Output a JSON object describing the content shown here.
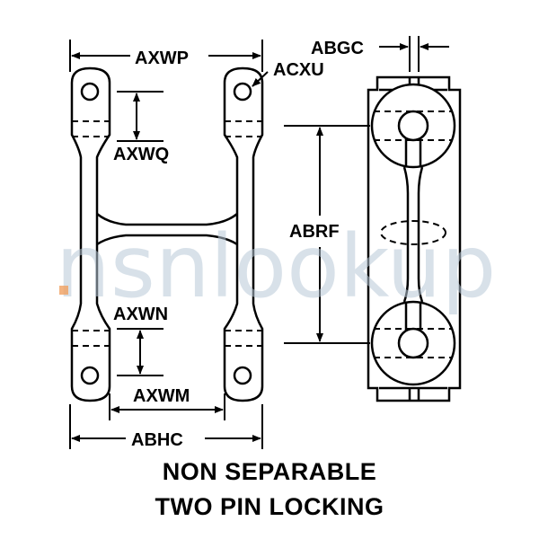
{
  "labels": {
    "axwp": "AXWP",
    "acxu": "ACXU",
    "axwq": "AXWQ",
    "axwn": "AXWN",
    "axwm": "AXWM",
    "abhc": "ABHC",
    "abgc": "ABGC",
    "abrf": "ABRF"
  },
  "caption": {
    "line1": "NON SEPARABLE",
    "line2": "TWO PIN LOCKING"
  },
  "watermark": {
    "text": "nsnlookup",
    "accent_color": "#f0a060",
    "text_color": "#b9c9d8"
  }
}
